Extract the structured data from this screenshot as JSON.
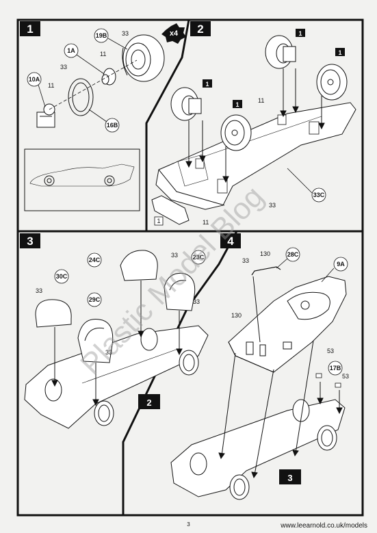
{
  "steps": {
    "s1": {
      "number": "1",
      "multiplier": "x4",
      "labels": {
        "p19b": "19B",
        "p1a": "1A",
        "p10a": "10A",
        "p16b": "16B",
        "n33a": "33",
        "n11a": "11",
        "n33b": "33",
        "n11b": "11"
      }
    },
    "s2": {
      "number": "2",
      "labels": {
        "p33c": "33C",
        "n11a": "11",
        "n11b": "11",
        "n33": "33",
        "ref": "1",
        "b1": "1",
        "b2": "1",
        "b3": "1",
        "b4": "1"
      }
    },
    "s3": {
      "number": "3",
      "labels": {
        "p24c": "24C",
        "p23c": "23C",
        "p30c": "30C",
        "p29c": "29C",
        "n33a": "33",
        "n33b": "33",
        "n33c": "33",
        "n33d": "33",
        "ref": "2"
      }
    },
    "s4": {
      "number": "4",
      "labels": {
        "p28c": "28C",
        "p9a": "9A",
        "p17b": "17B",
        "n130a": "130",
        "n130b": "130",
        "n33": "33",
        "n53a": "53",
        "n53b": "53",
        "ref": "3"
      }
    }
  },
  "watermark": "Plastic Model Blog",
  "page_number": "3",
  "footer_url": "www.leearnold.co.uk/models"
}
